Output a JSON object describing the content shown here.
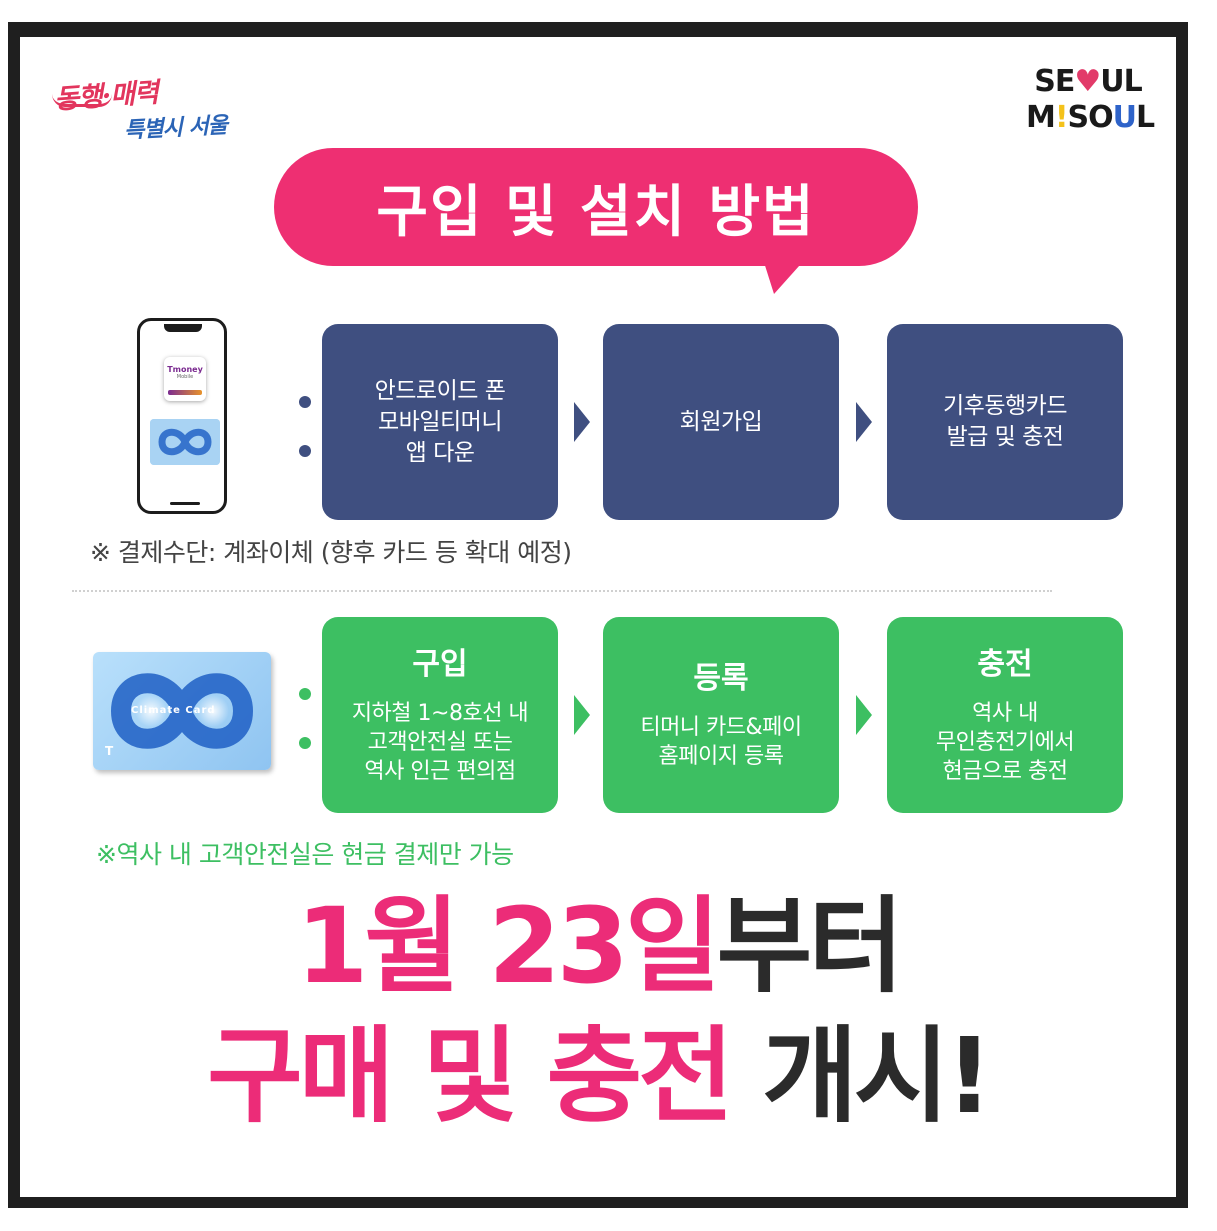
{
  "logos": {
    "left_line1": "동행·매력",
    "left_line2": "특별시 서울",
    "right_line1": [
      "SE",
      "♥",
      "UL"
    ],
    "right_line2": [
      "M",
      "!",
      "SO",
      "U",
      "L"
    ]
  },
  "title": "구입 및 설치 방법",
  "phone_app": {
    "name": "Tmoney",
    "sub": "Mobile"
  },
  "mobile_steps": [
    {
      "lines": [
        "안드로이드 폰",
        "모바일티머니",
        "앱 다운"
      ]
    },
    {
      "lines": [
        "회원가입"
      ]
    },
    {
      "lines": [
        "기후동행카드",
        "발급 및 충전"
      ]
    }
  ],
  "mobile_note": "※ 결제수단: 계좌이체 (향후 카드 등 확대 예정)",
  "card_visual": {
    "label": "Climate Card",
    "mark": "T"
  },
  "card_steps": [
    {
      "heading": "구입",
      "lines": [
        "지하철 1~8호선 내",
        "고객안전실 또는",
        "역사 인근 편의점"
      ]
    },
    {
      "heading": "등록",
      "lines": [
        "티머니 카드&페이",
        "홈페이지 등록"
      ]
    },
    {
      "heading": "충전",
      "lines": [
        "역사 내",
        "무인충전기에서",
        "현금으로 충전"
      ]
    }
  ],
  "card_note": "※역사 내 고객안전실은 현금 결제만 가능",
  "headline": {
    "line1_pink": "1월 23일",
    "line1_dark": "부터",
    "line2_pink": "구매 및 충전",
    "line2_dark": " 개시!"
  },
  "colors": {
    "pink": "#ec2c78",
    "navy": "#3f4f80",
    "green": "#3dbf62",
    "dark": "#2b2b2b"
  }
}
